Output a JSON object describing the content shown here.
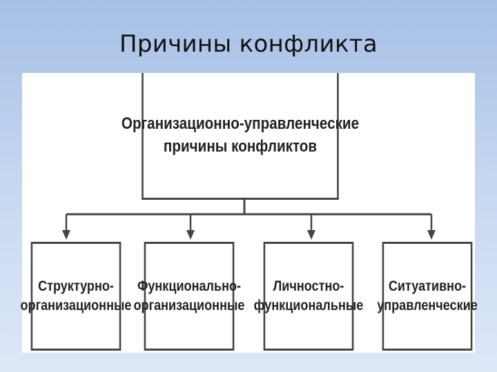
{
  "slide": {
    "title": "Причины конфликта"
  },
  "diagram": {
    "root": {
      "line1": "Организационно-управленческие",
      "line2": "причины конфликтов"
    },
    "children": [
      {
        "line1": "Структурно-",
        "line2": "организационные"
      },
      {
        "line1": "Функционально-",
        "line2": "организационные"
      },
      {
        "line1": "Личностно-",
        "line2": "функциональные"
      },
      {
        "line1": "Ситуативно-",
        "line2": "управленческие"
      }
    ],
    "colors": {
      "background_top": "#a6bfe6",
      "background_bottom": "#dde8f8",
      "panel": "#ffffff",
      "line": "#444444"
    }
  }
}
